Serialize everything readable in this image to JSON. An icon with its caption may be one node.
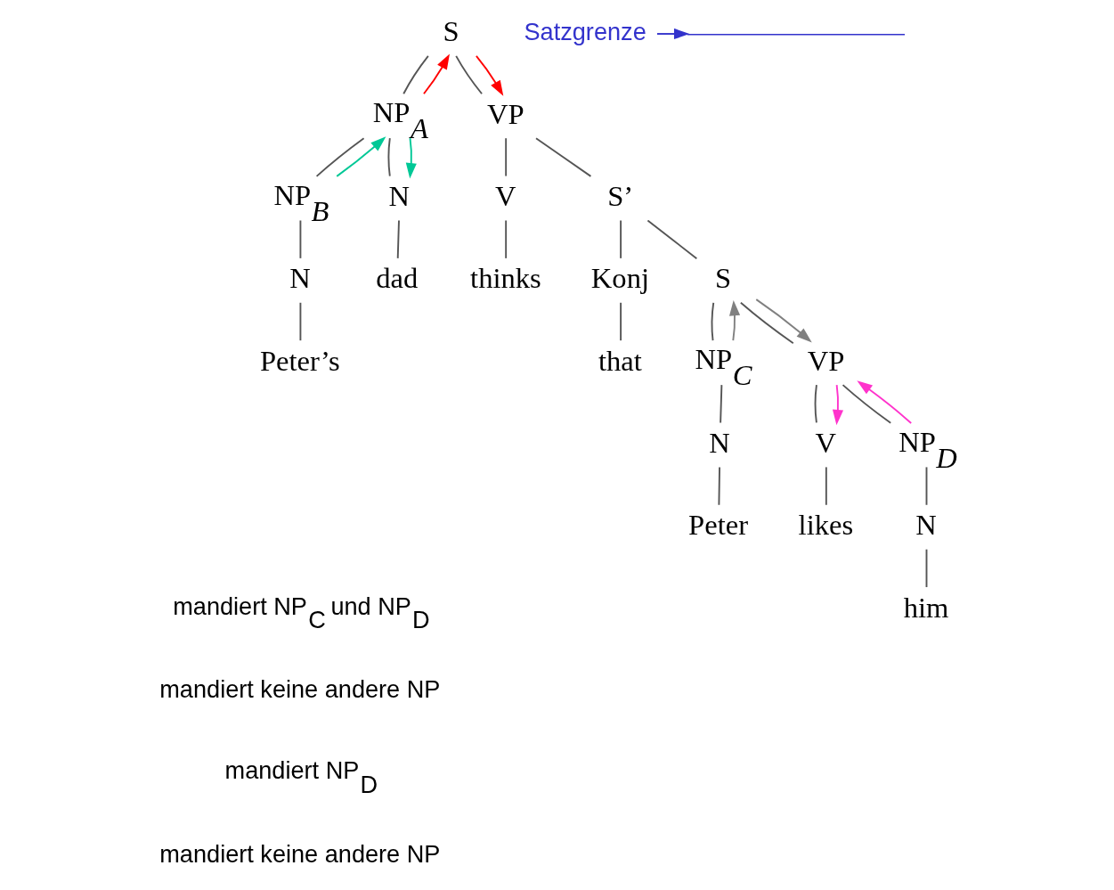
{
  "diagram": {
    "nodes": [
      {
        "text": [
          "S"
        ]
      },
      {
        "text": [
          "NP$_{A}$"
        ]
      },
      {
        "text": [
          "VP"
        ]
      },
      {
        "text": [
          "NP$_{B}$"
        ]
      },
      {
        "text": [
          "N"
        ]
      },
      {
        "text": [
          "N"
        ]
      },
      {
        "text": [
          "Peter’s"
        ]
      },
      {
        "text": [
          "dad"
        ]
      },
      {
        "text": [
          "V"
        ]
      },
      {
        "text": [
          "S’"
        ]
      },
      {
        "text": [
          "thinks"
        ]
      },
      {
        "text": [
          "Konj"
        ]
      },
      {
        "text": [
          "S"
        ]
      },
      {
        "text": [
          "that"
        ]
      },
      {
        "text": [
          "NP$_{C}$"
        ]
      },
      {
        "text": [
          "VP"
        ]
      },
      {
        "text": [
          "N"
        ]
      },
      {
        "text": [
          "Peter"
        ]
      },
      {
        "text": [
          "V"
        ]
      },
      {
        "text": [
          "NP$_{D}$"
        ]
      },
      {
        "text": [
          "likes"
        ]
      },
      {
        "text": [
          "N"
        ]
      },
      {
        "text": [
          "him"
        ]
      },
      {
        "text": [
          "Satzgrenze"
        ]
      },
      {
        "text": [],
        "shape": "line"
      }
    ],
    "edges": [
      {
        "from": 0,
        "to": 1,
        "arrow": "none"
      },
      {
        "from": 0,
        "to": 2,
        "arrow": "none"
      },
      {
        "from": 1,
        "to": 3,
        "arrow": "none"
      },
      {
        "from": 1,
        "to": 4,
        "arrow": "none"
      },
      {
        "from": 3,
        "to": 5,
        "arrow": "none"
      },
      {
        "from": 5,
        "to": 6,
        "arrow": "none"
      },
      {
        "from": 4,
        "to": 7,
        "arrow": "none"
      },
      {
        "from": 2,
        "to": 8,
        "arrow": "none"
      },
      {
        "from": 2,
        "to": 9,
        "arrow": "none"
      },
      {
        "from": 8,
        "to": 10,
        "arrow": "none"
      },
      {
        "from": 9,
        "to": 11,
        "arrow": "none"
      },
      {
        "from": 9,
        "to": 12,
        "arrow": "none"
      },
      {
        "from": 11,
        "to": 13,
        "arrow": "none"
      },
      {
        "from": 12,
        "to": 14,
        "arrow": "none"
      },
      {
        "from": 12,
        "to": 15,
        "arrow": "none"
      },
      {
        "from": 14,
        "to": 16,
        "arrow": "none"
      },
      {
        "from": 16,
        "to": 17,
        "arrow": "none"
      },
      {
        "from": 15,
        "to": 18,
        "arrow": "none"
      },
      {
        "from": 15,
        "to": 19,
        "arrow": "none"
      },
      {
        "from": 18,
        "to": 20,
        "arrow": "none"
      },
      {
        "from": 19,
        "to": 21,
        "arrow": "none"
      },
      {
        "from": 21,
        "to": 22,
        "arrow": "none"
      },
      {
        "from": 1,
        "to": 0,
        "arrow": "to",
        "color": "#ff0000"
      },
      {
        "from": 0,
        "to": 2,
        "arrow": "to",
        "color": "#ff0000"
      },
      {
        "from": 3,
        "to": 1,
        "arrow": "to",
        "color": "#00c896"
      },
      {
        "from": 1,
        "to": 4,
        "arrow": "to",
        "color": "#00c896"
      },
      {
        "from": 14,
        "to": 12,
        "arrow": "to",
        "color": "#808080"
      },
      {
        "from": 12,
        "to": 15,
        "arrow": "to",
        "color": "#808080"
      },
      {
        "from": 19,
        "to": 15,
        "arrow": "to",
        "color": "#ff33cc"
      },
      {
        "from": 15,
        "to": 18,
        "arrow": "to",
        "color": "#ff33cc"
      },
      {
        "from": 23,
        "to": 24,
        "arrow": "to",
        "color": "#3333cc"
      }
    ],
    "labels": [
      "mandiert NP$_{C}$ und NP$_{D}$",
      "mandiert keine andere NP",
      "mandiert NP$_{D}$",
      "mandiert keine andere NP"
    ]
  }
}
